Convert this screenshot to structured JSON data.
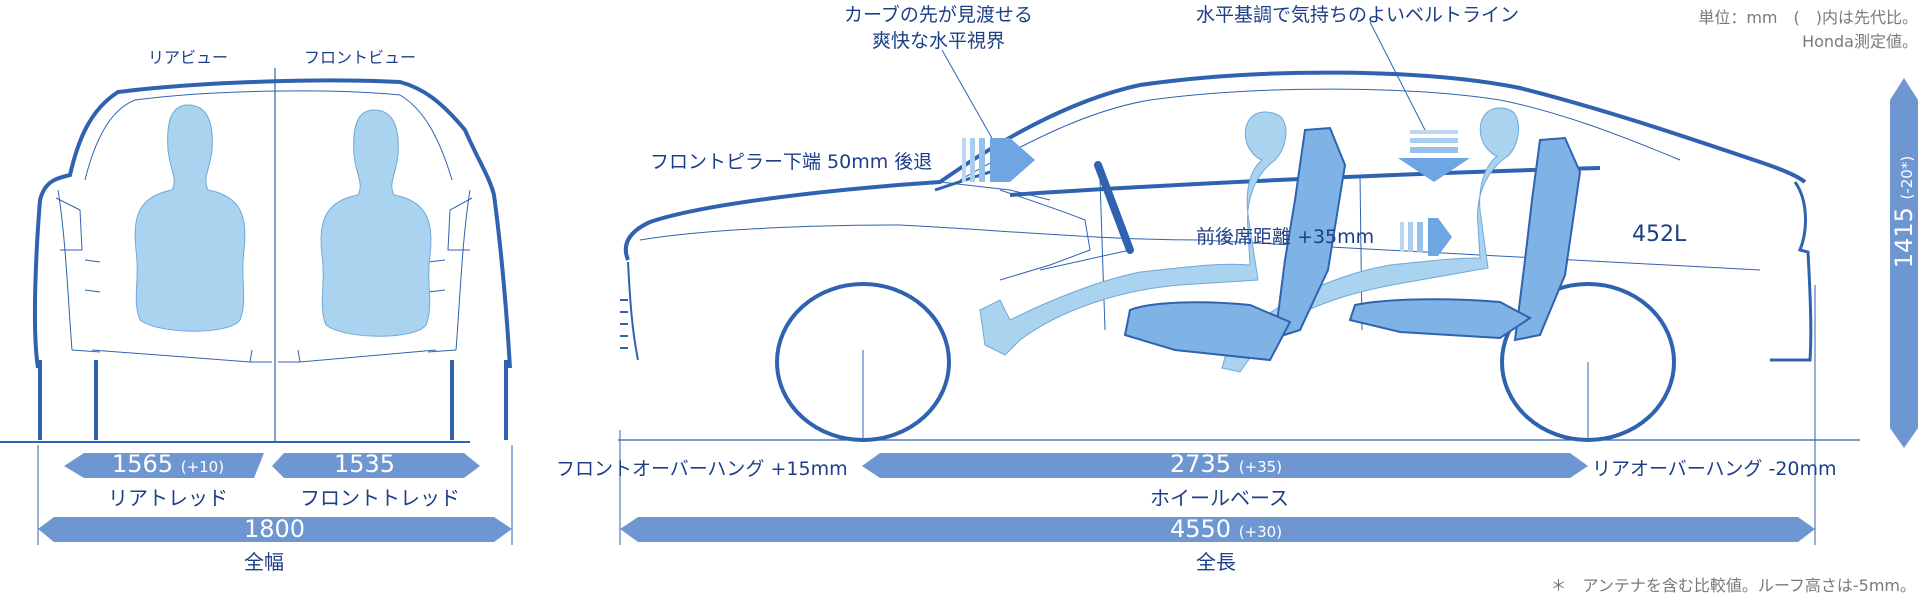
{
  "unit_note": {
    "line1": "単位：mm　(　)内は先代比。",
    "line2": "Honda測定値。"
  },
  "footnote": "＊　アンテナを含む比較値。ルーフ高さは-5mm。",
  "views": {
    "rear": "リアビュー",
    "front": "フロントビュー"
  },
  "annotations": {
    "curve_view": [
      "カーブの先が見渡せる",
      "爽快な水平視界"
    ],
    "beltline": "水平基調で気持ちのよいベルトライン",
    "pillar": "フロントピラー下端 50mm 後退",
    "seat_distance": "前後席距離 +35mm",
    "trunk": "452L"
  },
  "dimensions": {
    "rear_tread": {
      "value": "1565",
      "diff": "(+10)",
      "label": "リアトレッド"
    },
    "front_tread": {
      "value": "1535",
      "label": "フロントトレッド"
    },
    "width": {
      "value": "1800",
      "label": "全幅"
    },
    "wheelbase": {
      "value": "2735",
      "diff": "(+35)",
      "label": "ホイールベース"
    },
    "front_overhang": "フロントオーバーハング +15mm",
    "rear_overhang": "リアオーバーハング -20mm",
    "length": {
      "value": "4550",
      "diff": "(+30)",
      "label": "全長"
    },
    "height": {
      "value": "1415",
      "diff": "(-20*)"
    }
  },
  "colors": {
    "line": "#2f63b0",
    "text": "#1d3f87",
    "arrow_fill": "#6e97d2",
    "person_fill": "#a9d3ef",
    "seat_fill": "#7fb3e6"
  }
}
